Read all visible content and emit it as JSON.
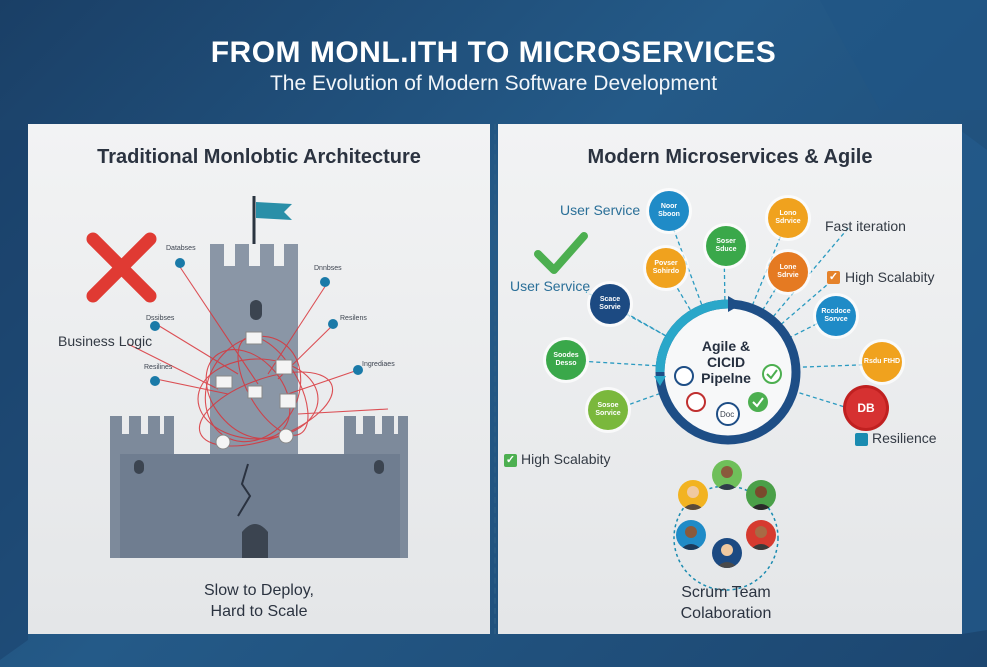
{
  "header": {
    "title": "FROM MONL.ITH TO MICROSERVICES",
    "subtitle": "The Evolution of Modern Software Development"
  },
  "left": {
    "title": "Traditional Monlobtic Architecture",
    "business_logic": "Business Logic",
    "tiny_labels": [
      "Databses",
      "Dnnbses",
      "Dssibses",
      "Resilens",
      "Resilines",
      "Ingrediaes"
    ],
    "caption_line1": "Slow to Deploy,",
    "caption_line2": "Hard to Scale"
  },
  "right": {
    "title": "Modern Microservices & Agile",
    "user_service_top": "User Service",
    "user_service": "User Service",
    "fast_iteration": "Fast iteration",
    "high_scalability_right": "High Scalabity",
    "high_scalability_left": "High Scalabity",
    "resilience": "Resilience",
    "hub_line1": "Agile &",
    "hub_line2": "CICID",
    "hub_line3": "Pipelne",
    "hub_badge": "Doc",
    "db_label": "DB",
    "team_line1": "Scrum Team",
    "team_line2": "Colaboration",
    "nodes": [
      {
        "text": "Noor Sboon",
        "color": "#1f8bc7"
      },
      {
        "text": "Soser Sduce",
        "color": "#3aa84a"
      },
      {
        "text": "Lono Sdrvice",
        "color": "#f0a21e"
      },
      {
        "text": "Povser Sohirdo",
        "color": "#f0a21e"
      },
      {
        "text": "Lone Sdrvie",
        "color": "#e57a22"
      },
      {
        "text": "Scace Sorvie",
        "color": "#1c4a82"
      },
      {
        "text": "Rccdoce Sorvce",
        "color": "#1f8bc7"
      },
      {
        "text": "Soodes Desso",
        "color": "#3aa84a"
      },
      {
        "text": "Rsdu FtHD",
        "color": "#f0a21e"
      },
      {
        "text": "Sosoe Sorvice",
        "color": "#7ab83c"
      }
    ]
  },
  "colors": {
    "accent_teal": "#1a8bb0",
    "red_x": "#e03a33",
    "green_check": "#4caf50"
  }
}
